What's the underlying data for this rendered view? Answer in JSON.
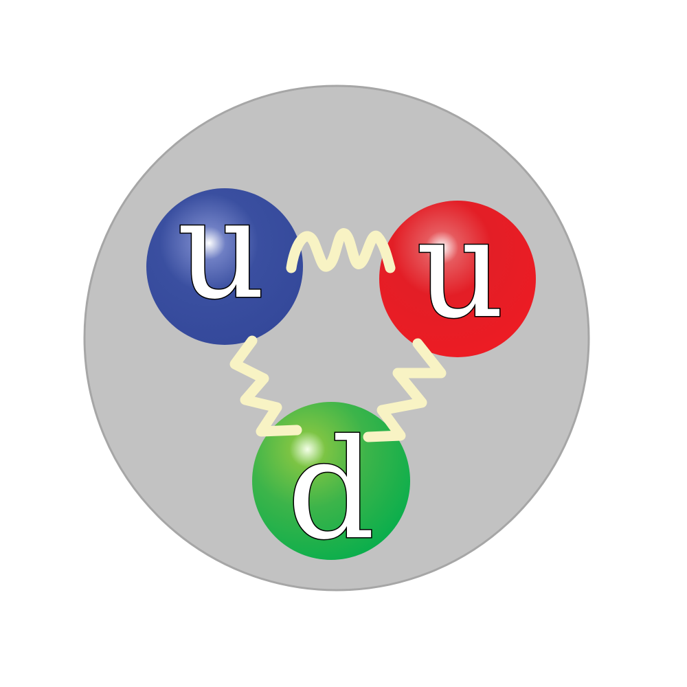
{
  "diagram": {
    "particle_color": "#c2c2c2",
    "particle_border": "#a6a6a6",
    "gluon_color": "#f8f3c4",
    "quarks": [
      {
        "label": "u",
        "color": "#3a4fa0",
        "highlight": "#ffffff"
      },
      {
        "label": "u",
        "color": "#ec1c24",
        "highlight": "#ffffff"
      },
      {
        "label": "d",
        "color": "#0db04b",
        "highlight": "#d8f0a0"
      }
    ]
  }
}
